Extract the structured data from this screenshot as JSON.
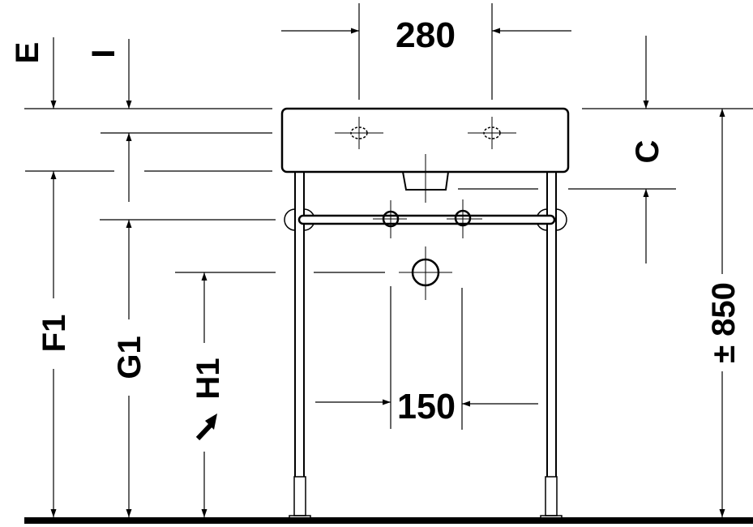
{
  "diagram": {
    "type": "technical-dimension-drawing",
    "subject": "Washbasin with metal console frame and towel rail (front elevation)",
    "colors": {
      "line": "#000000",
      "background": "#ffffff"
    },
    "dimensions": {
      "tap_hole_spacing": "280",
      "waste_spacing": "150",
      "height": "850",
      "height_prefix": "±",
      "height_label": "± 850"
    },
    "labels": {
      "E": "E",
      "I": "I",
      "C": "C",
      "F1": "F1",
      "G1": "G1",
      "H1": "H1"
    },
    "components": [
      "basin",
      "tap-hole-left",
      "tap-hole-right",
      "overflow-waste",
      "towel-rail",
      "console-leg-left",
      "console-leg-right",
      "wall-connection-siphon",
      "floor-line"
    ]
  }
}
